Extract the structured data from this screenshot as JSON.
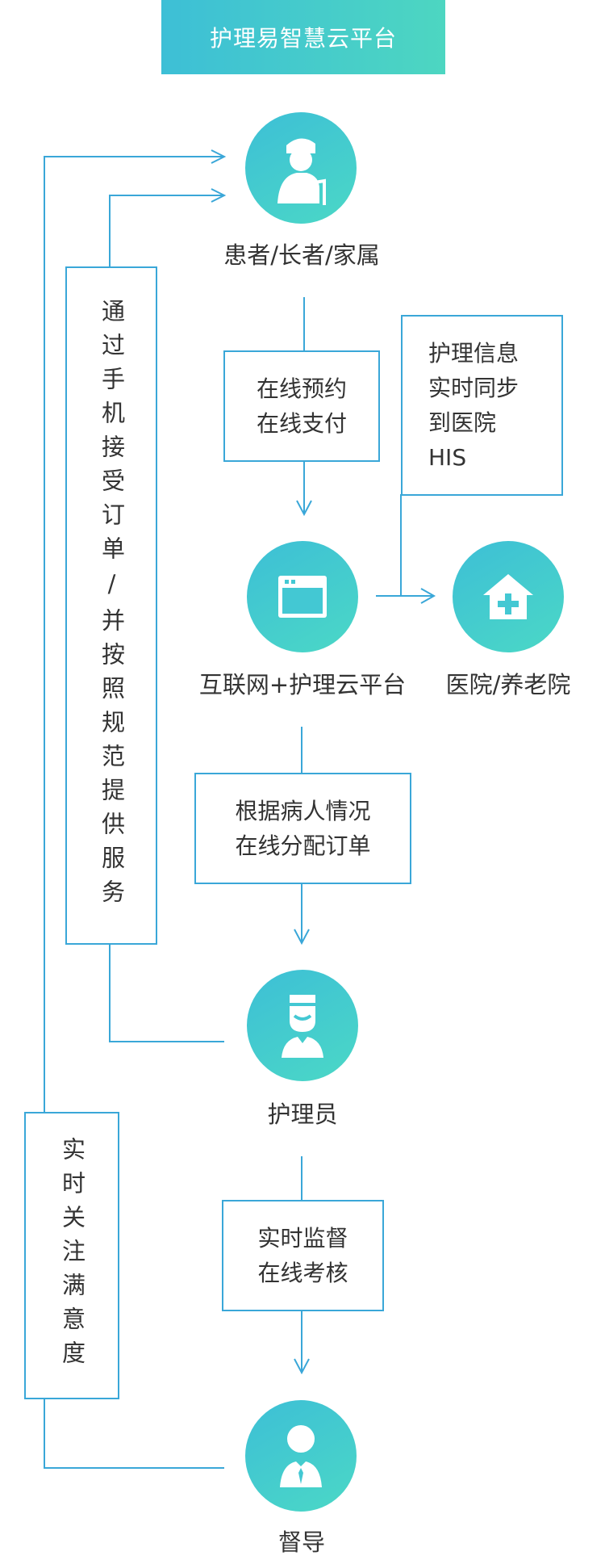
{
  "title": "护理易智慧云平台",
  "nodes": {
    "patient": {
      "label": "患者/长者/家属",
      "icon": "elderly-person-icon"
    },
    "platform": {
      "label": "互联网+护理云平台",
      "icon": "browser-window-icon"
    },
    "hospital": {
      "label": "医院/养老院",
      "icon": "hospital-cross-icon"
    },
    "nurse": {
      "label": "护理员",
      "icon": "nurse-icon"
    },
    "supervisor": {
      "label": "督导",
      "icon": "supervisor-icon"
    }
  },
  "steps": {
    "booking": [
      "在线预约",
      "在线支付"
    ],
    "allocation": [
      "根据病人情况",
      "在线分配订单"
    ],
    "supervision": [
      "实时监督",
      "在线考核"
    ],
    "his_sync": [
      "护理信息",
      "实时同步",
      "到医院",
      "HIS"
    ]
  },
  "side": {
    "nurse_service": "通过手机接受订单/并按照规范提供服务",
    "satisfaction": "实时关注满意度"
  },
  "colors": {
    "banner_start": "#3dbfd6",
    "banner_end": "#4dd6c1",
    "line": "#3aa7d8",
    "text": "#333333"
  }
}
